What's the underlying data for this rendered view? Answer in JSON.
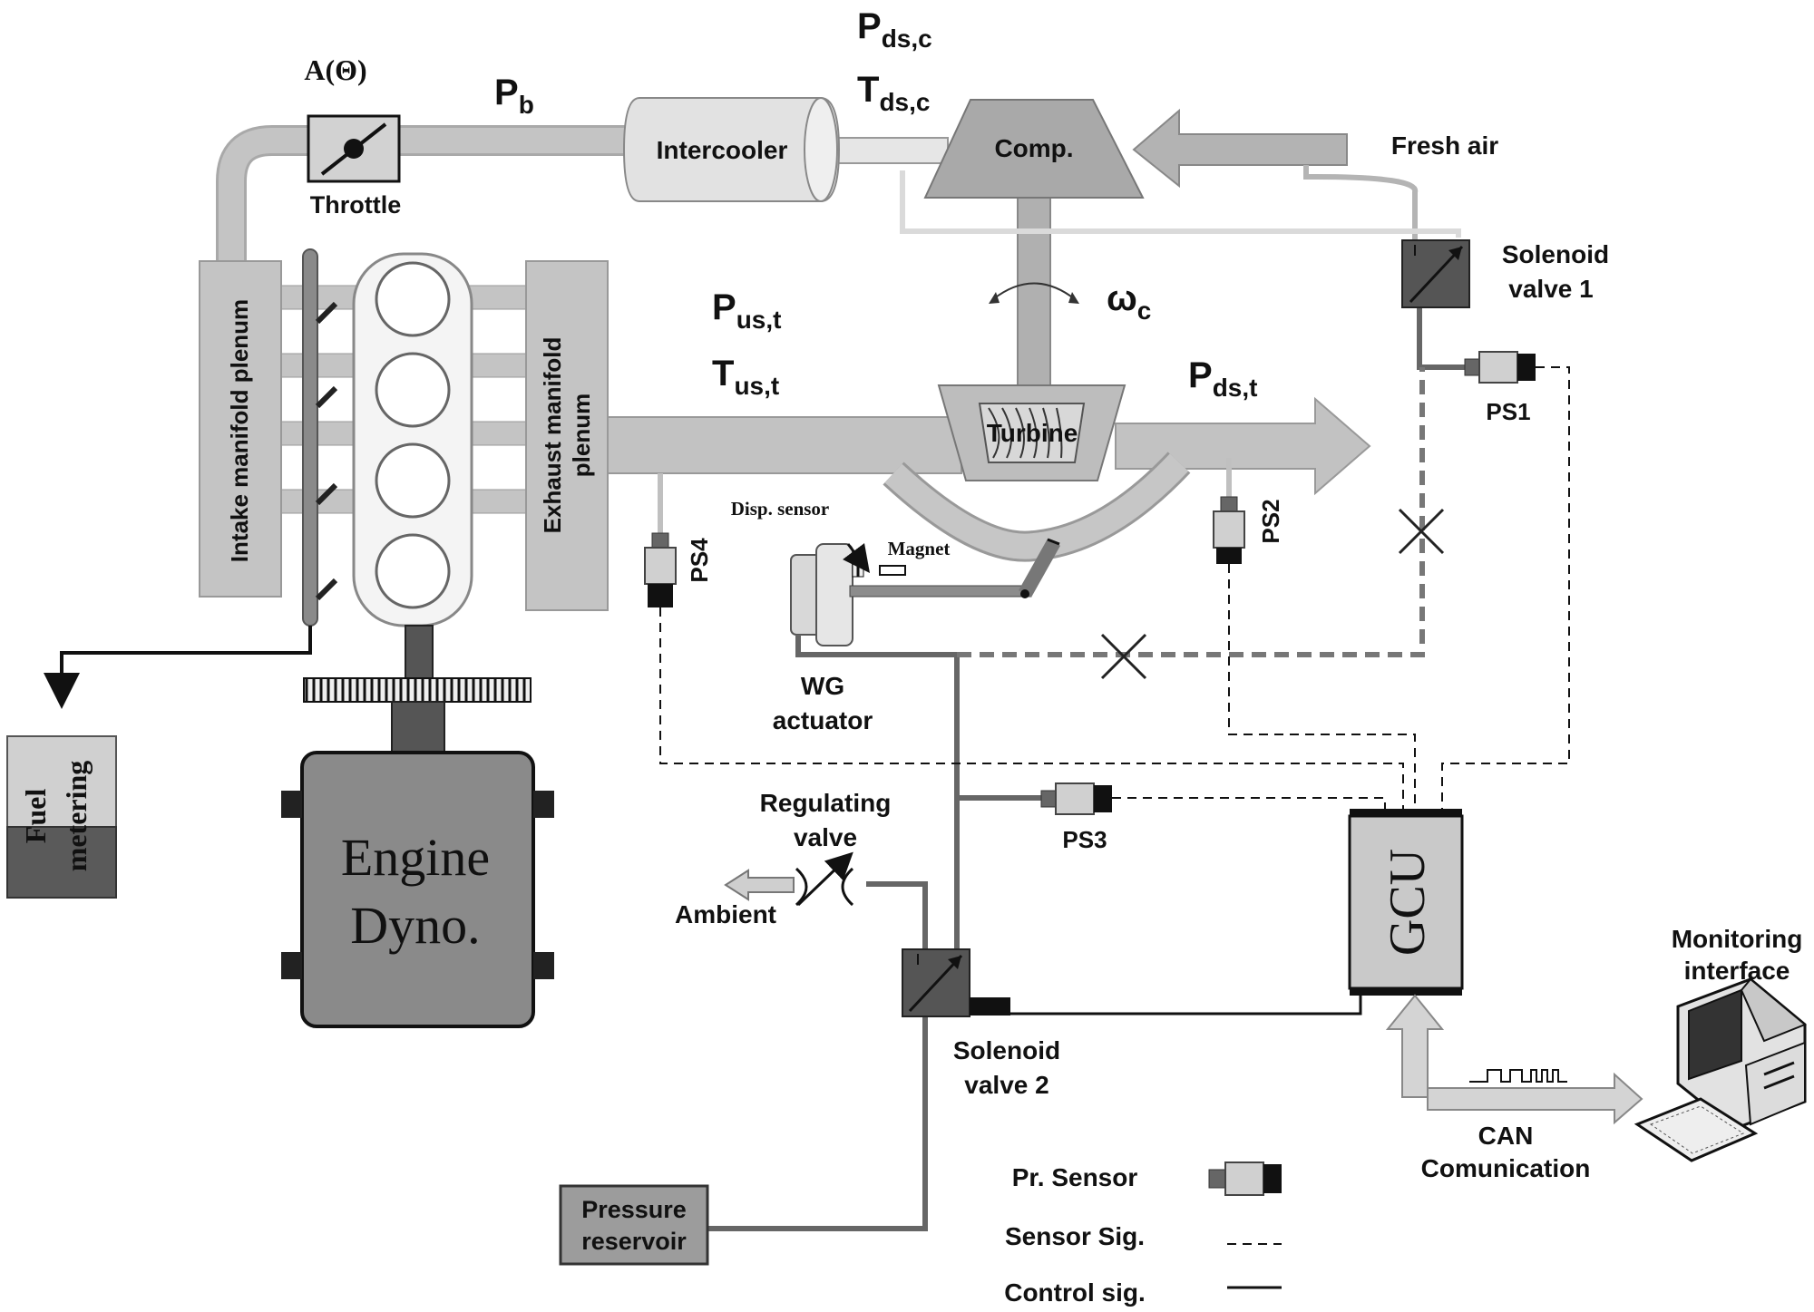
{
  "components": {
    "throttle": "Throttle",
    "throttle_area": "A(Θ)",
    "intercooler": "Intercooler",
    "compressor": "Comp.",
    "turbine": "Turbine",
    "intake_plenum": "Intake manifold plenum",
    "exhaust_plenum_1": "Exhaust manifold",
    "exhaust_plenum_2": "plenum",
    "fuel_metering_1": "Fuel",
    "fuel_metering_2": "metering",
    "engine_dyno_1": "Engine",
    "engine_dyno_2": "Dyno.",
    "gcu": "GCU",
    "pressure_reservoir_1": "Pressure",
    "pressure_reservoir_2": "reservoir",
    "wg_actuator_1": "WG",
    "wg_actuator_2": "actuator",
    "disp_sensor": "Disp. sensor",
    "magnet": "Magnet",
    "solenoid1_1": "Solenoid",
    "solenoid1_2": "valve 1",
    "solenoid2_1": "Solenoid",
    "solenoid2_2": "valve 2",
    "regulating_1": "Regulating",
    "regulating_2": "valve",
    "ambient": "Ambient",
    "fresh_air": "Fresh air",
    "monitor_1": "Monitoring",
    "monitor_2": "interface",
    "can_1": "CAN",
    "can_2": "Comunication"
  },
  "sensors": {
    "ps1": "PS1",
    "ps2": "PS2",
    "ps3": "PS3",
    "ps4": "PS4"
  },
  "variables": {
    "pb": {
      "base": "P",
      "sub": "b"
    },
    "pdsc": {
      "base": "P",
      "sub": "ds,c"
    },
    "tdsc": {
      "base": "T",
      "sub": "ds,c"
    },
    "pust": {
      "base": "P",
      "sub": "us,t"
    },
    "tust": {
      "base": "T",
      "sub": "us,t"
    },
    "pdst": {
      "base": "P",
      "sub": "ds,t"
    },
    "omega": {
      "base": "ω",
      "sub": "c"
    }
  },
  "legend": {
    "pr_sensor": "Pr. Sensor",
    "sensor_sig": "Sensor Sig.",
    "control_sig": "Control sig."
  },
  "colors": {
    "pipe": "#bdbdbd",
    "pipe_dark": "#a8a8a8",
    "engine_dark": "#7a7a7a",
    "signal_dark": "#555555",
    "sensor_body": "#d0d0d0"
  }
}
